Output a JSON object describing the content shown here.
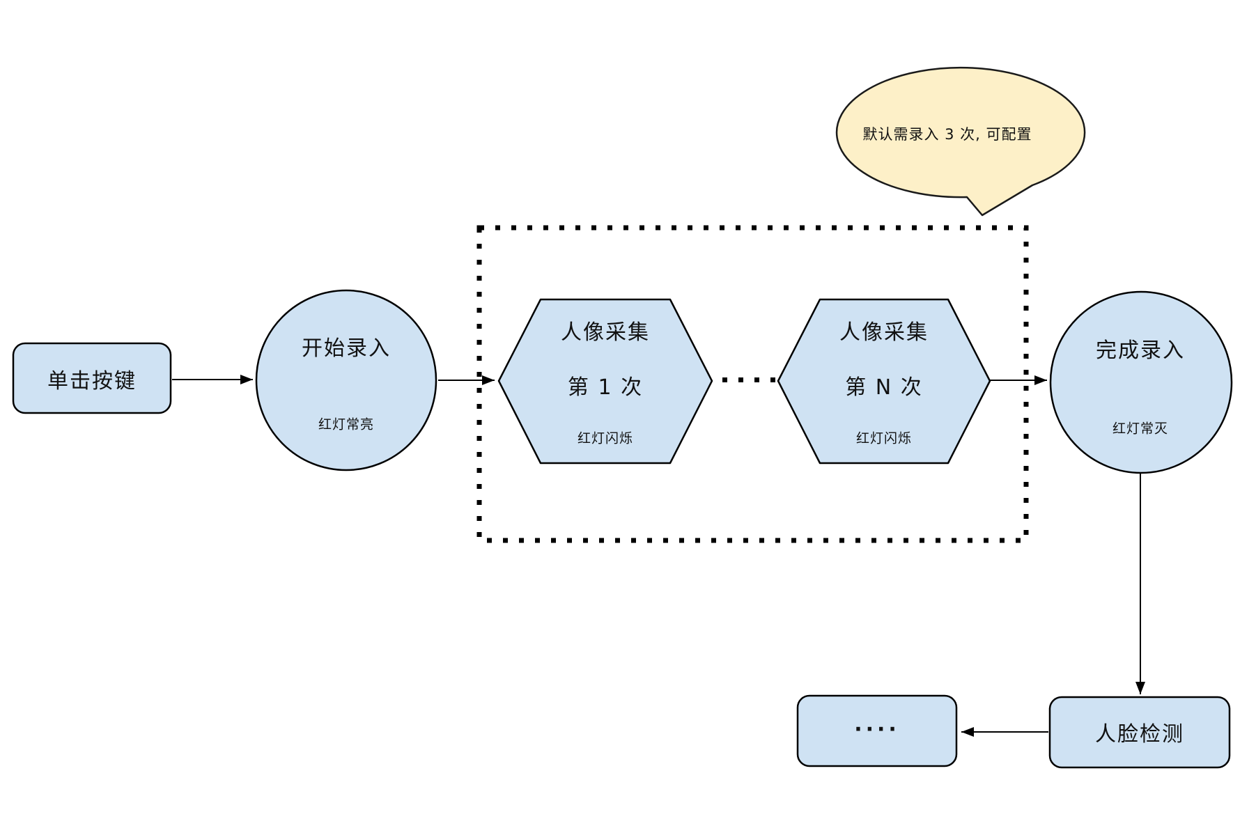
{
  "diagram": {
    "callout": {
      "text": "默认需录入 3 次, 可配置"
    },
    "nodes": {
      "click_button": {
        "label": "单击按键"
      },
      "start_entry": {
        "title": "开始录入",
        "subtitle": "红灯常亮"
      },
      "capture_first": {
        "line1": "人像采集",
        "line2": "第 1 次",
        "subtitle": "红灯闪烁"
      },
      "capture_nth": {
        "line1": "人像采集",
        "line2": "第 N 次",
        "subtitle": "红灯闪烁"
      },
      "finish_entry": {
        "title": "完成录入",
        "subtitle": "红灯常灭"
      },
      "ellipsis_box": {
        "label": "...."
      },
      "face_detection": {
        "label": "人脸检测"
      }
    },
    "colors": {
      "node_fill": "#cfe2f3",
      "node_stroke": "#000000",
      "callout_fill": "#fdf0c8",
      "callout_stroke": "#1a1a1a",
      "connector": "#000000"
    }
  }
}
